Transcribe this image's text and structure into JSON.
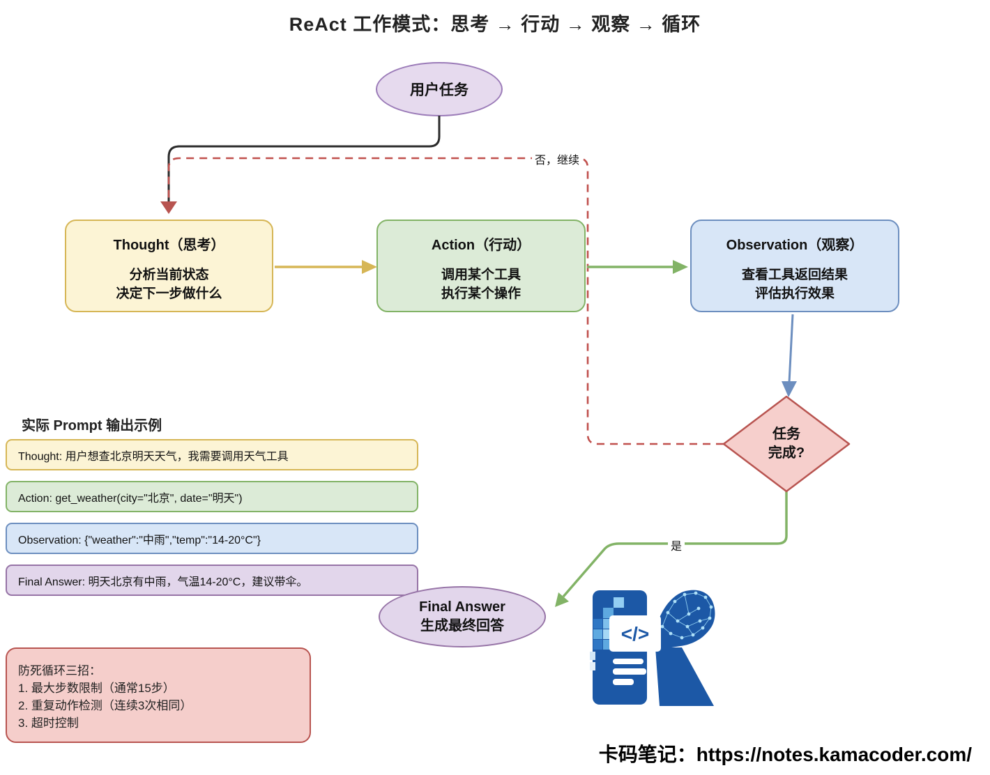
{
  "title": "ReAct 工作模式：思考 → 行动 → 观察 → 循环",
  "flow": {
    "user_task": {
      "label": "用户任务"
    },
    "thought": {
      "title": "Thought（思考）",
      "body1": "分析当前状态",
      "body2": "决定下一步做什么"
    },
    "action": {
      "title": "Action（行动）",
      "body1": "调用某个工具",
      "body2": "执行某个操作"
    },
    "observation": {
      "title": "Observation（观察）",
      "body1": "查看工具返回结果",
      "body2": "评估执行效果"
    },
    "decision": {
      "line1": "任务",
      "line2": "完成?"
    },
    "final_answer": {
      "line1": "Final Answer",
      "line2": "生成最终回答"
    },
    "edge_labels": {
      "no_continue": "否，继续",
      "yes": "是"
    }
  },
  "examples": {
    "heading": "实际 Prompt 输出示例",
    "items": [
      {
        "type": "thought",
        "text": "Thought: 用户想查北京明天天气，我需要调用天气工具"
      },
      {
        "type": "action",
        "text": "Action: get_weather(city=\"北京\", date=\"明天\")"
      },
      {
        "type": "observation",
        "text": "Observation: {\"weather\":\"中雨\",\"temp\":\"14-20°C\"}"
      },
      {
        "type": "final",
        "text": "Final Answer: 明天北京有中雨，气温14-20°C，建议带伞。"
      }
    ]
  },
  "warning": {
    "lines": [
      "防死循环三招：",
      "1. 最大步数限制（通常15步）",
      "2. 重复动作检测（连续3次相同）",
      "3. 超时控制"
    ]
  },
  "footer": {
    "site_label": "卡码笔记：",
    "url": "https://notes.kamacoder.com/"
  },
  "logo": {
    "code_glyph": "</>"
  },
  "colors": {
    "purple_fill": "#E6DAEE",
    "purple_border": "#9673A6",
    "yellow_fill": "#FCF4D5",
    "yellow_border": "#D6B656",
    "green_fill": "#DCEBD7",
    "green_border": "#82B366",
    "blue_fill": "#D8E6F7",
    "blue_border": "#6C8EBF",
    "red_fill": "#F6CFCC",
    "red_border": "#B85450",
    "dashed_edge": "#C0504D",
    "black_edge": "#2B2B2B",
    "logo_blue": "#1C58A6"
  }
}
